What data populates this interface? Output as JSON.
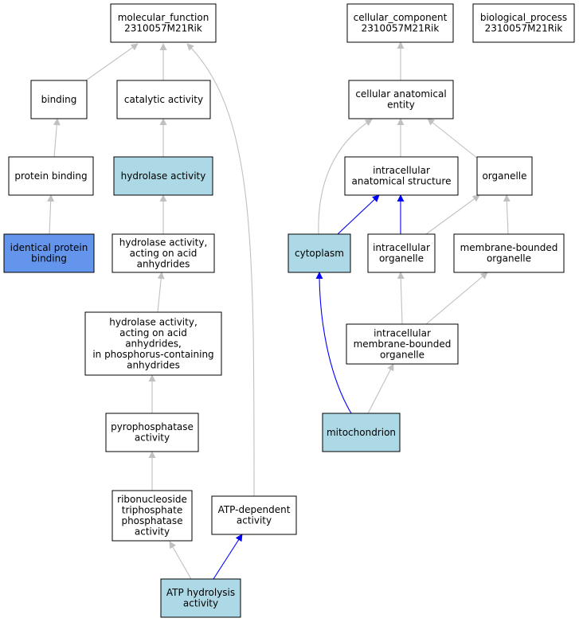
{
  "colors": {
    "default_fill": "#ffffff",
    "annotated_fill": "#add8e6",
    "highlight_fill": "#6495ed",
    "edge_gray": "#c0c0c0",
    "edge_blue": "#0000ff"
  },
  "nodes": [
    {
      "id": "mf",
      "lines": [
        "molecular_function",
        "2310057M21Rik"
      ],
      "fill": "default",
      "interactable": true
    },
    {
      "id": "cc",
      "lines": [
        "cellular_component",
        "2310057M21Rik"
      ],
      "fill": "default",
      "interactable": true
    },
    {
      "id": "bp",
      "lines": [
        "biological_process",
        "2310057M21Rik"
      ],
      "fill": "default",
      "interactable": true
    },
    {
      "id": "binding",
      "lines": [
        "binding"
      ],
      "fill": "default",
      "interactable": true
    },
    {
      "id": "catalytic",
      "lines": [
        "catalytic activity"
      ],
      "fill": "default",
      "interactable": true
    },
    {
      "id": "cae",
      "lines": [
        "cellular anatomical",
        "entity"
      ],
      "fill": "default",
      "interactable": true
    },
    {
      "id": "protbind",
      "lines": [
        "protein binding"
      ],
      "fill": "default",
      "interactable": true
    },
    {
      "id": "hydrolase",
      "lines": [
        "hydrolase activity"
      ],
      "fill": "annotated",
      "interactable": true
    },
    {
      "id": "ias",
      "lines": [
        "intracellular",
        "anatomical structure"
      ],
      "fill": "default",
      "interactable": true
    },
    {
      "id": "organelle",
      "lines": [
        "organelle"
      ],
      "fill": "default",
      "interactable": true
    },
    {
      "id": "idprot",
      "lines": [
        "identical protein",
        "binding"
      ],
      "fill": "highlight",
      "interactable": true
    },
    {
      "id": "hyd_anh",
      "lines": [
        "hydrolase activity,",
        "acting on acid",
        "anhydrides"
      ],
      "fill": "default",
      "interactable": true
    },
    {
      "id": "cytoplasm",
      "lines": [
        "cytoplasm"
      ],
      "fill": "annotated",
      "interactable": true
    },
    {
      "id": "io",
      "lines": [
        "intracellular",
        "organelle"
      ],
      "fill": "default",
      "interactable": true
    },
    {
      "id": "mbo",
      "lines": [
        "membrane-bounded",
        "organelle"
      ],
      "fill": "default",
      "interactable": true
    },
    {
      "id": "hyd_p",
      "lines": [
        "hydrolase activity,",
        "acting on acid",
        "anhydrides,",
        "in phosphorus-containing",
        "anhydrides"
      ],
      "fill": "default",
      "interactable": true
    },
    {
      "id": "imbo",
      "lines": [
        "intracellular",
        "membrane-bounded",
        "organelle"
      ],
      "fill": "default",
      "interactable": true
    },
    {
      "id": "pyro",
      "lines": [
        "pyrophosphatase",
        "activity"
      ],
      "fill": "default",
      "interactable": true
    },
    {
      "id": "mito",
      "lines": [
        "mitochondrion"
      ],
      "fill": "annotated",
      "interactable": true
    },
    {
      "id": "ntp",
      "lines": [
        "ribonucleoside",
        "triphosphate",
        "phosphatase",
        "activity"
      ],
      "fill": "default",
      "interactable": true
    },
    {
      "id": "atpdep",
      "lines": [
        "ATP-dependent",
        "activity"
      ],
      "fill": "default",
      "interactable": true
    },
    {
      "id": "atphyd",
      "lines": [
        "ATP hydrolysis",
        "activity"
      ],
      "fill": "annotated",
      "interactable": true
    }
  ],
  "edges": [
    {
      "from": "binding",
      "to": "mf",
      "color": "gray"
    },
    {
      "from": "catalytic",
      "to": "mf",
      "color": "gray"
    },
    {
      "from": "atpdep",
      "to": "mf",
      "color": "gray"
    },
    {
      "from": "protbind",
      "to": "binding",
      "color": "gray"
    },
    {
      "from": "idprot",
      "to": "protbind",
      "color": "gray"
    },
    {
      "from": "hydrolase",
      "to": "catalytic",
      "color": "gray"
    },
    {
      "from": "hyd_anh",
      "to": "hydrolase",
      "color": "gray"
    },
    {
      "from": "hyd_p",
      "to": "hyd_anh",
      "color": "gray"
    },
    {
      "from": "pyro",
      "to": "hyd_p",
      "color": "gray"
    },
    {
      "from": "ntp",
      "to": "pyro",
      "color": "gray"
    },
    {
      "from": "atphyd",
      "to": "ntp",
      "color": "gray"
    },
    {
      "from": "atphyd",
      "to": "atpdep",
      "color": "blue"
    },
    {
      "from": "cae",
      "to": "cc",
      "color": "gray"
    },
    {
      "from": "cytoplasm",
      "to": "cae",
      "color": "gray"
    },
    {
      "from": "ias",
      "to": "cae",
      "color": "gray"
    },
    {
      "from": "organelle",
      "to": "cae",
      "color": "gray"
    },
    {
      "from": "cytoplasm",
      "to": "ias",
      "color": "blue"
    },
    {
      "from": "io",
      "to": "ias",
      "color": "blue"
    },
    {
      "from": "io",
      "to": "organelle",
      "color": "gray"
    },
    {
      "from": "mbo",
      "to": "organelle",
      "color": "gray"
    },
    {
      "from": "imbo",
      "to": "io",
      "color": "gray"
    },
    {
      "from": "imbo",
      "to": "mbo",
      "color": "gray"
    },
    {
      "from": "mito",
      "to": "imbo",
      "color": "gray"
    },
    {
      "from": "mito",
      "to": "cytoplasm",
      "color": "blue"
    }
  ]
}
